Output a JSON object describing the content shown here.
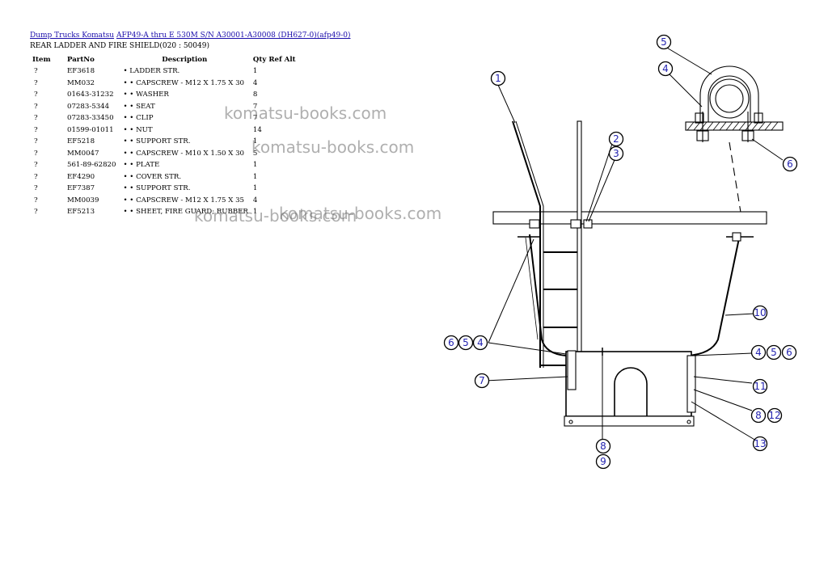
{
  "breadcrumb": {
    "link1": "Dump Trucks Komatsu",
    "link2": "AFP49-A thru E 530M S/N A30001-A30008 (DH627-0)(afp49-0)"
  },
  "subtitle": "REAR LADDER AND FIRE SHIELD(020 : 50049)",
  "table": {
    "headers": {
      "item": "Item",
      "partno": "PartNo",
      "description": "Description",
      "qty": "Qty Ref Alt"
    },
    "rows": [
      {
        "item": "?",
        "partno": "EF3618",
        "description": "• LADDER STR.",
        "qty": "1"
      },
      {
        "item": "?",
        "partno": "MM032",
        "description": "• • CAPSCREW - M12 X 1.75 X 30",
        "qty": "4"
      },
      {
        "item": "?",
        "partno": "01643-31232",
        "description": "• • WASHER",
        "qty": "8"
      },
      {
        "item": "?",
        "partno": "07283-5344",
        "description": "• • SEAT",
        "qty": "7"
      },
      {
        "item": "?",
        "partno": "07283-33450",
        "description": "• • CLIP",
        "qty": "7"
      },
      {
        "item": "?",
        "partno": "01599-01011",
        "description": "• • NUT",
        "qty": "14"
      },
      {
        "item": "?",
        "partno": "EF5218",
        "description": "• • SUPPORT STR.",
        "qty": "1"
      },
      {
        "item": "?",
        "partno": "MM0047",
        "description": "• • CAPSCREW - M10 X 1.50 X 30",
        "qty": "5"
      },
      {
        "item": "?",
        "partno": "561-89-62820",
        "description": "• • PLATE",
        "qty": "1"
      },
      {
        "item": "?",
        "partno": "EF4290",
        "description": "• • COVER STR.",
        "qty": "1"
      },
      {
        "item": "?",
        "partno": "EF7387",
        "description": "• • SUPPORT STR.",
        "qty": "1"
      },
      {
        "item": "?",
        "partno": "MM0039",
        "description": "• • CAPSCREW - M12 X 1.75 X 35",
        "qty": "4"
      },
      {
        "item": "?",
        "partno": "EF5213",
        "description": "• • SHEET, FIRE GUARD; RUBBER",
        "qty": "1"
      }
    ]
  },
  "watermark": "komatsu-books.com",
  "callouts": [
    "1",
    "2",
    "3",
    "4",
    "5",
    "6",
    "7",
    "8",
    "9",
    "10",
    "11",
    "12",
    "13"
  ]
}
